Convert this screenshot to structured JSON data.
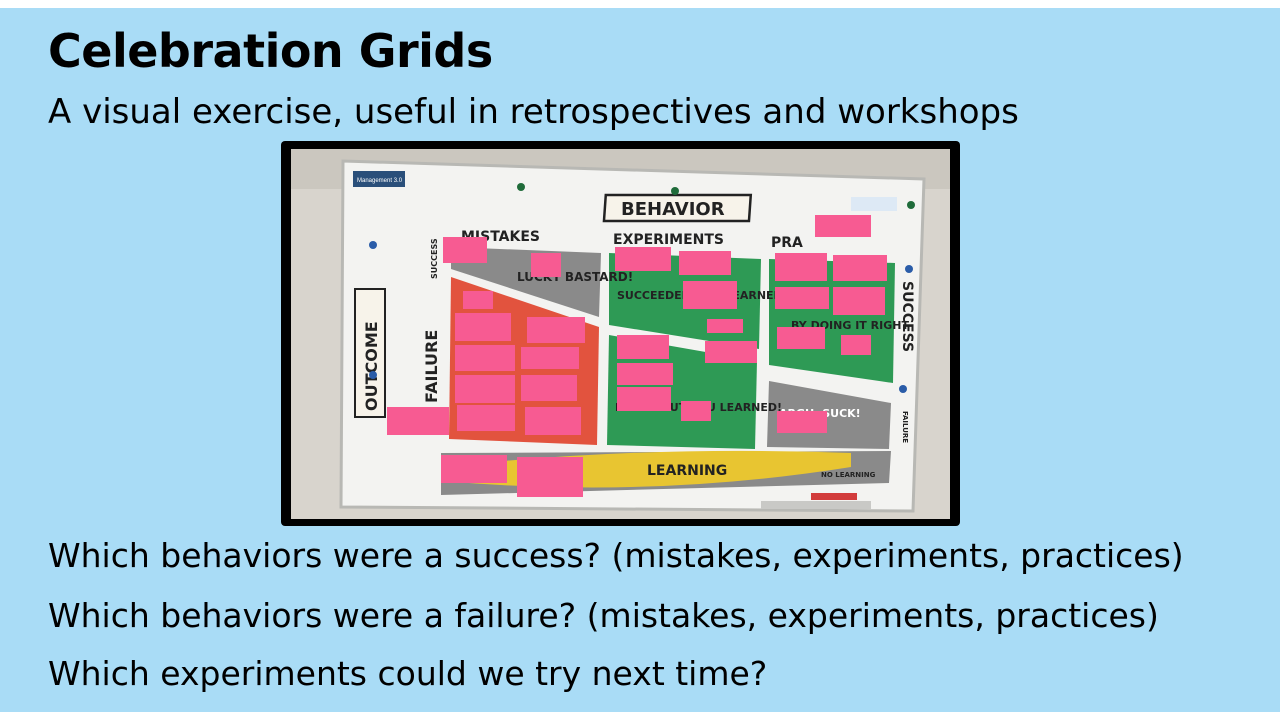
{
  "slide": {
    "title": "Celebration Grids",
    "subtitle": "A visual exercise, useful in retrospectives and workshops",
    "questions": [
      "Which behaviors were a success? (mistakes, experiments, practices)",
      "Which behaviors were a failure? (mistakes, experiments, practices)",
      "Which experiments could we try next time?"
    ]
  },
  "photo": {
    "header_behavior": "BEHAVIOR",
    "col_mistakes": "MISTAKES",
    "col_experiments": "EXPERIMENTS",
    "col_practices": "PRA",
    "row_outcome": "OUTCOME",
    "axis_failure": "FAILURE",
    "axis_success_left": "SUCCESS",
    "axis_success_right": "SUCCESS",
    "axis_failure_right": "FAILURE",
    "band_learning": "LEARNING",
    "band_no_learning": "NO LEARNING",
    "cell_lucky": "LUCKY BASTARD!",
    "cell_success_learned": "SUCCEEDED AND LEARNED!",
    "cell_right": "BY DOING IT RIGHT",
    "cell_failed": "FAILED BUT YOU LEARNED!",
    "cell_argh": "ARGH, SUCK!",
    "logo_left": "Management 3.0",
    "colors": {
      "slide_bg": "#a9dcf6",
      "red_cell": "#e2533e",
      "green_cell": "#2e9a55",
      "gray_cell": "#8a8a8a",
      "yellow_band": "#e8c531",
      "sticky": "#f75b92"
    }
  }
}
